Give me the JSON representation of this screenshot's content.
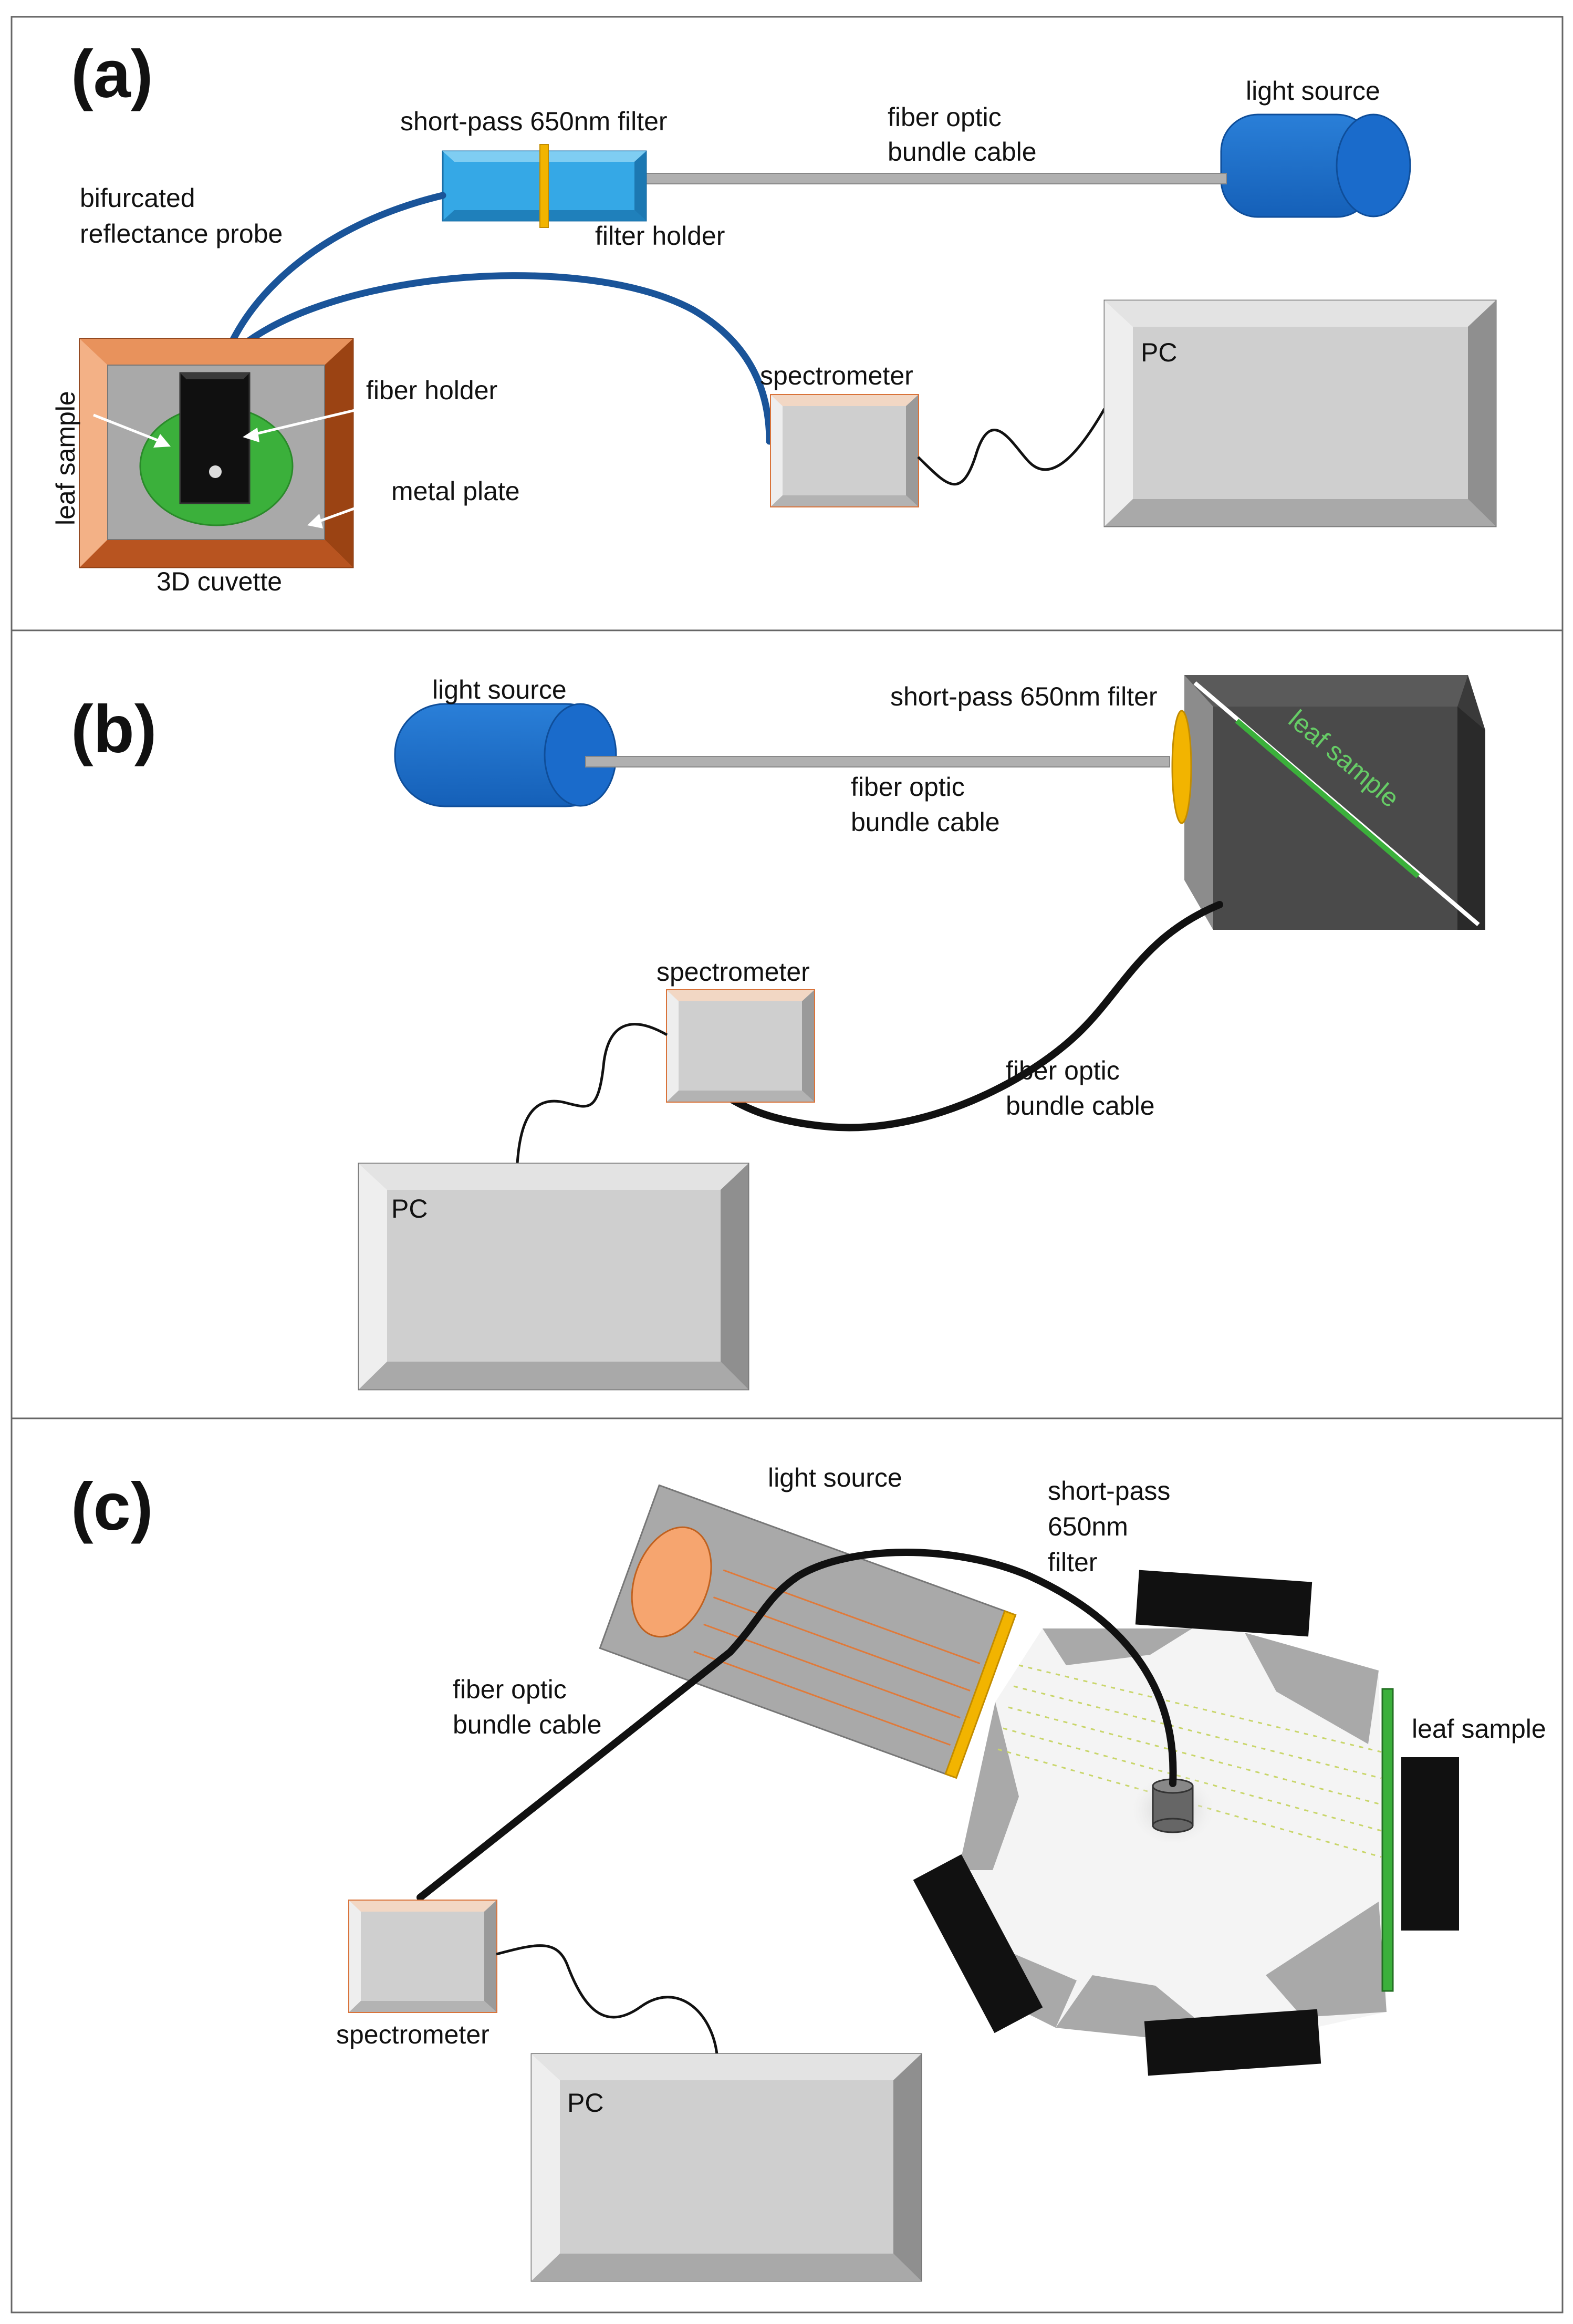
{
  "colors": {
    "blue_body": "#1f6fc9",
    "blue_cable": "#1a5499",
    "filter_holder": "#35a8e6",
    "filter_yellow": "#f2b400",
    "cable_gray": "#b0b0b0",
    "pc_face": "#cfcfcf",
    "copper": "#d9733a",
    "leaf_green": "#3bb03b",
    "dark_box": "#4a4a4a",
    "lamp_orange": "#f6a56f",
    "sphere_gray": "#a9a9a9"
  },
  "panel_a": {
    "label": "(a)",
    "short_pass_filter": "short-pass 650nm filter",
    "fiber_optic_1": "fiber optic",
    "fiber_optic_2": "bundle cable",
    "light_source": "light source",
    "bifurcated_1": "bifurcated",
    "bifurcated_2": "reflectance probe",
    "filter_holder": "filter holder",
    "spectrometer": "spectrometer",
    "pc": "PC",
    "fiber_holder": "fiber holder",
    "metal_plate": "metal plate",
    "leaf_sample": "leaf sample",
    "cuvette": "3D cuvette"
  },
  "panel_b": {
    "label": "(b)",
    "light_source": "light source",
    "short_pass_filter": "short-pass 650nm filter",
    "leaf_sample": "leaf sample",
    "fiber_optic_1": "fiber optic",
    "fiber_optic_2": "bundle cable",
    "spectrometer": "spectrometer",
    "fiber_optic_b_1": "fiber optic",
    "fiber_optic_b_2": "bundle cable",
    "pc": "PC"
  },
  "panel_c": {
    "label": "(c)",
    "light_source": "light source",
    "short_pass_1": "short-pass",
    "short_pass_2": "650nm",
    "short_pass_3": "filter",
    "fiber_optic_1": "fiber optic",
    "fiber_optic_2": "bundle cable",
    "leaf_sample": "leaf sample",
    "spectrometer": "spectrometer",
    "pc": "PC"
  }
}
